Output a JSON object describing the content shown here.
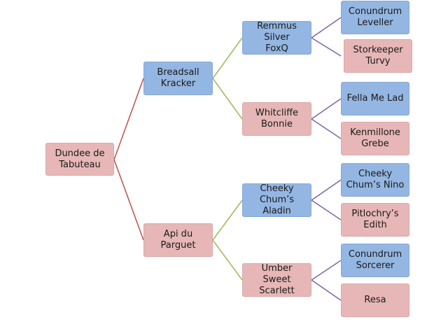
{
  "colors": {
    "blue_box": "#94b6e2",
    "pink_box": "#e6b7b6",
    "line_root": "#c0504d",
    "line_level2": "#9bbb59",
    "line_level3": "#8064a2"
  },
  "pedigree": {
    "root": {
      "name": "Dundee de\nTabuteau",
      "color": "pink"
    },
    "sire": {
      "name": "Breadsall\nKracker",
      "color": "blue"
    },
    "dam": {
      "name": "Api du Parguet",
      "color": "pink"
    },
    "sire_sire": {
      "name": "Remmus Silver\nFoxQ",
      "color": "blue"
    },
    "sire_dam": {
      "name": "Whitcliffe\nBonnie",
      "color": "pink"
    },
    "dam_sire": {
      "name": "Cheeky\nChum’s Aladin",
      "color": "blue"
    },
    "dam_dam": {
      "name": "Umber Sweet\nScarlett",
      "color": "pink"
    },
    "ss_sire": {
      "name": "Conundrum\nLeveller",
      "color": "blue"
    },
    "ss_dam": {
      "name": "Storkeeper\nTurvy",
      "color": "pink"
    },
    "sd_sire": {
      "name": "Fella Me Lad",
      "color": "blue"
    },
    "sd_dam": {
      "name": "Kenmillone\nGrebe",
      "color": "pink"
    },
    "ds_sire": {
      "name": "Cheeky\nChum’s Nino",
      "color": "blue"
    },
    "ds_dam": {
      "name": "Pitlochry’s\nEdith",
      "color": "pink"
    },
    "dd_sire": {
      "name": "Conundrum\nSorcerer",
      "color": "blue"
    },
    "dd_dam": {
      "name": "Resa",
      "color": "pink"
    }
  }
}
